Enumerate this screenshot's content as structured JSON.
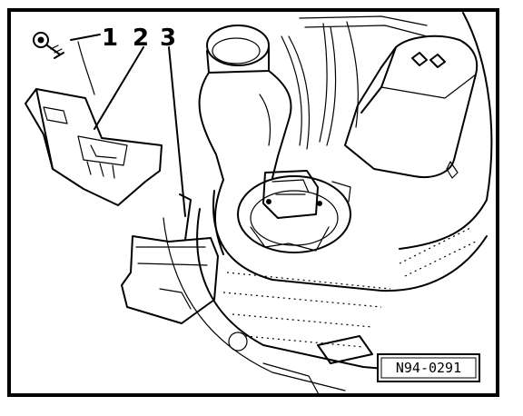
{
  "figure": {
    "callouts": [
      {
        "label": "1"
      },
      {
        "label": "2"
      },
      {
        "label": "3"
      }
    ],
    "reference_code": "N94-0291"
  }
}
